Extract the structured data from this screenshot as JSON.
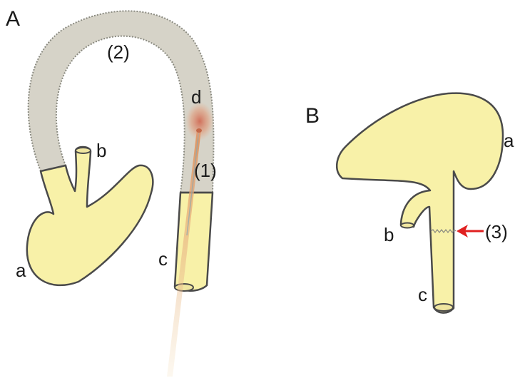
{
  "panel_a": {
    "panel_label": "A",
    "labels": {
      "a": "a",
      "b": "b",
      "c": "c",
      "d": "d",
      "step1": "(1)",
      "step2": "(2)"
    }
  },
  "panel_b": {
    "panel_label": "B",
    "labels": {
      "a": "a",
      "b": "b",
      "c": "c",
      "step3": "(3)"
    }
  },
  "colors": {
    "organ_fill": "#f8f1a8",
    "outline": "#4a4a4a",
    "removed_segment": "#d6d3c8",
    "burn_spot": "#d98a6a",
    "arrow": "#e02020"
  }
}
